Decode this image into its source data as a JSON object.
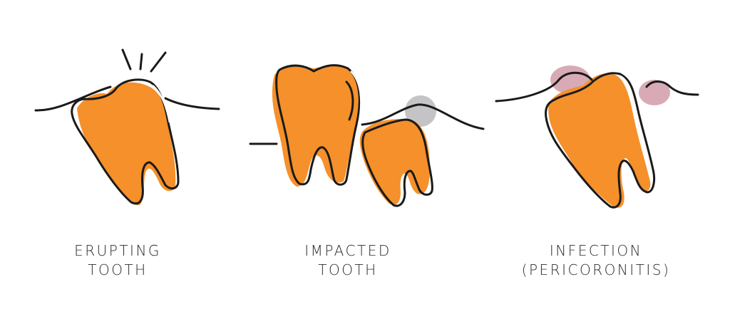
{
  "colors": {
    "tooth_fill": "#f5902a",
    "outline": "#1a1a1a",
    "pressure_bump": "#c4c4c6",
    "inflammation": "#d8aab5",
    "text": "#2b2b2b"
  },
  "panels": [
    {
      "id": "erupting",
      "label_line1": "ERUPTING",
      "label_line2": "TOOTH"
    },
    {
      "id": "impacted",
      "label_line1": "IMPACTED",
      "label_line2": "TOOTH"
    },
    {
      "id": "infection",
      "label_line1": "INFECTION",
      "label_line2": "(PERICORONITIS)"
    }
  ]
}
